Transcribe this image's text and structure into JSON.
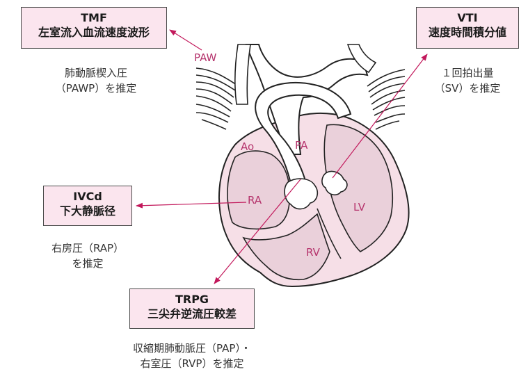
{
  "boxes": {
    "tmf": {
      "line1": "TMF",
      "line2": "左室流入血流速度波形"
    },
    "vti": {
      "line1": "VTI",
      "line2": "速度時間積分値"
    },
    "ivcd": {
      "line1": "IVCd",
      "line2": "下大静脈径"
    },
    "trpg": {
      "line1": "TRPG",
      "line2": "三尖弁逆流圧較差"
    }
  },
  "notes": {
    "tmf": {
      "line1": "肺動脈楔入圧",
      "line2": "（PAWP）を推定"
    },
    "vti": {
      "line1": "１回拍出量",
      "line2": "（SV）を推定"
    },
    "ivcd": {
      "line1": "右房圧（RAP）",
      "line2": "を推定"
    },
    "trpg": {
      "line1": "収縮期肺動脈圧（PAP）・",
      "line2": "右室圧（RVP）を推定"
    }
  },
  "heart_labels": {
    "paw": "PAW",
    "ao": "Ao",
    "pa": "PA",
    "ra": "RA",
    "lv": "LV",
    "rv": "RV"
  },
  "colors": {
    "accent": "#c2185b",
    "box_fill": "#fbe5ee",
    "heart_fill": "#f3d3de",
    "outline": "#222222"
  }
}
